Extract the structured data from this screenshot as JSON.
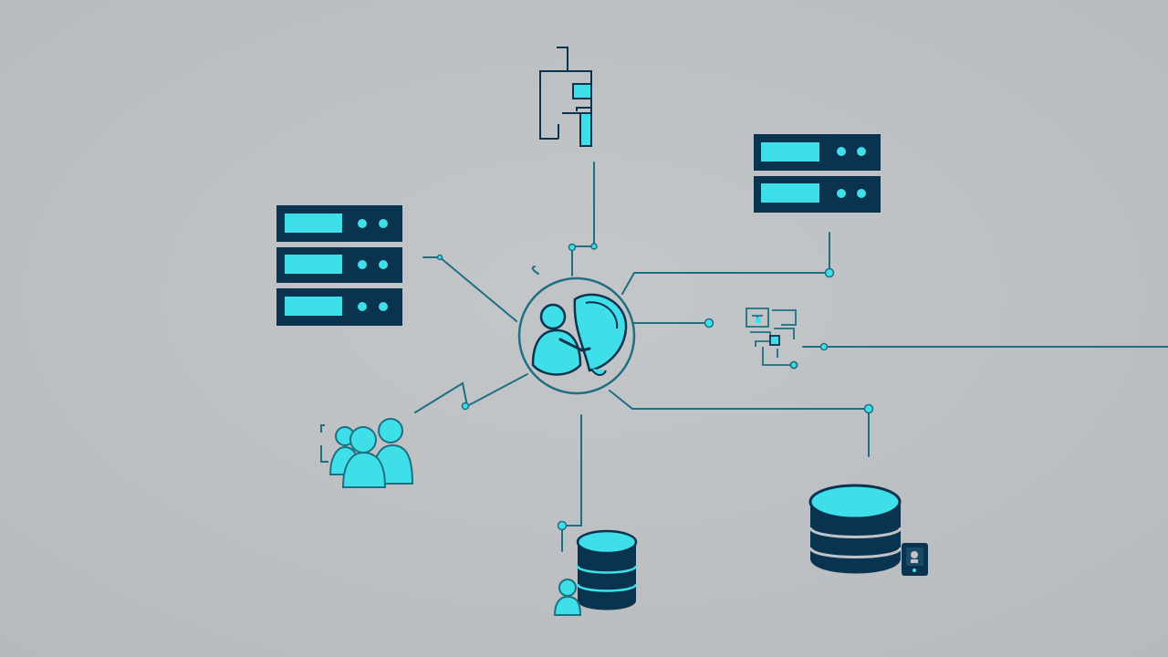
{
  "colors": {
    "background": "#c0c3c5",
    "background_edge": "#b4b8bb",
    "navy": "#0a3350",
    "cyan": "#3fdfe9",
    "line": "#1f6f82"
  },
  "nodes": [
    {
      "name": "hub-shield-icon",
      "icon": "shield-users-icon"
    },
    {
      "name": "server-rack-left",
      "icon": "server-rack-icon"
    },
    {
      "name": "server-rack-right",
      "icon": "server-rack-icon"
    },
    {
      "name": "document-icon",
      "icon": "document-icon"
    },
    {
      "name": "circuit-icon",
      "icon": "circuit-icon"
    },
    {
      "name": "users-group",
      "icon": "users-icon"
    },
    {
      "name": "database-with-user",
      "icon": "database-icon"
    },
    {
      "name": "database-with-phone",
      "icon": "database-icon"
    }
  ]
}
